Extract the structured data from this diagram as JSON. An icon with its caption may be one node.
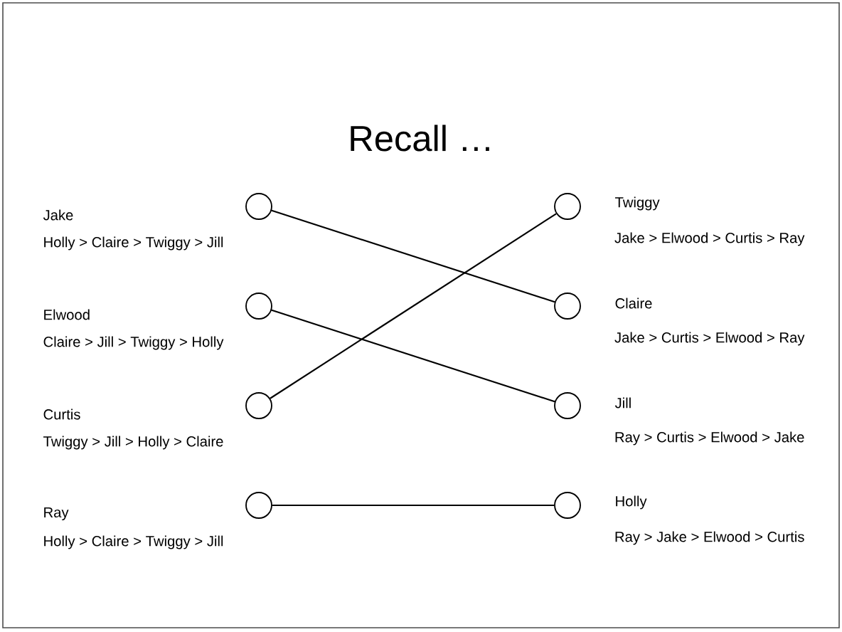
{
  "diagram": {
    "title": "Recall …",
    "nodes": [
      {
        "text": [],
        "shape": "circle",
        "beside": [
          "Jake",
          "Holly > Claire > Twiggy > Jill"
        ]
      },
      {
        "text": [],
        "shape": "circle",
        "beside": [
          "Elwood",
          "Claire > Jill > Twiggy > Holly"
        ]
      },
      {
        "text": [],
        "shape": "circle",
        "beside": [
          "Curtis",
          "Twiggy > Jill > Holly > Claire"
        ]
      },
      {
        "text": [],
        "shape": "circle",
        "beside": [
          "Ray",
          "Holly > Claire > Twiggy > Jill"
        ]
      },
      {
        "text": [],
        "shape": "circle",
        "beside": [
          "Twiggy",
          "Jake > Elwood > Curtis > Ray"
        ]
      },
      {
        "text": [],
        "shape": "circle",
        "beside": [
          "Claire",
          "Jake > Curtis > Elwood > Ray"
        ]
      },
      {
        "text": [],
        "shape": "circle",
        "beside": [
          "Jill",
          "Ray > Curtis > Elwood > Jake"
        ]
      },
      {
        "text": [],
        "shape": "circle",
        "beside": [
          "Holly",
          "Ray > Jake > Elwood > Curtis"
        ]
      }
    ],
    "edges": [
      {
        "from": 0,
        "to": 5,
        "arrow": "none"
      },
      {
        "from": 1,
        "to": 6,
        "arrow": "none"
      },
      {
        "from": 2,
        "to": 4,
        "arrow": "none"
      },
      {
        "from": 3,
        "to": 7,
        "arrow": "none"
      }
    ]
  }
}
